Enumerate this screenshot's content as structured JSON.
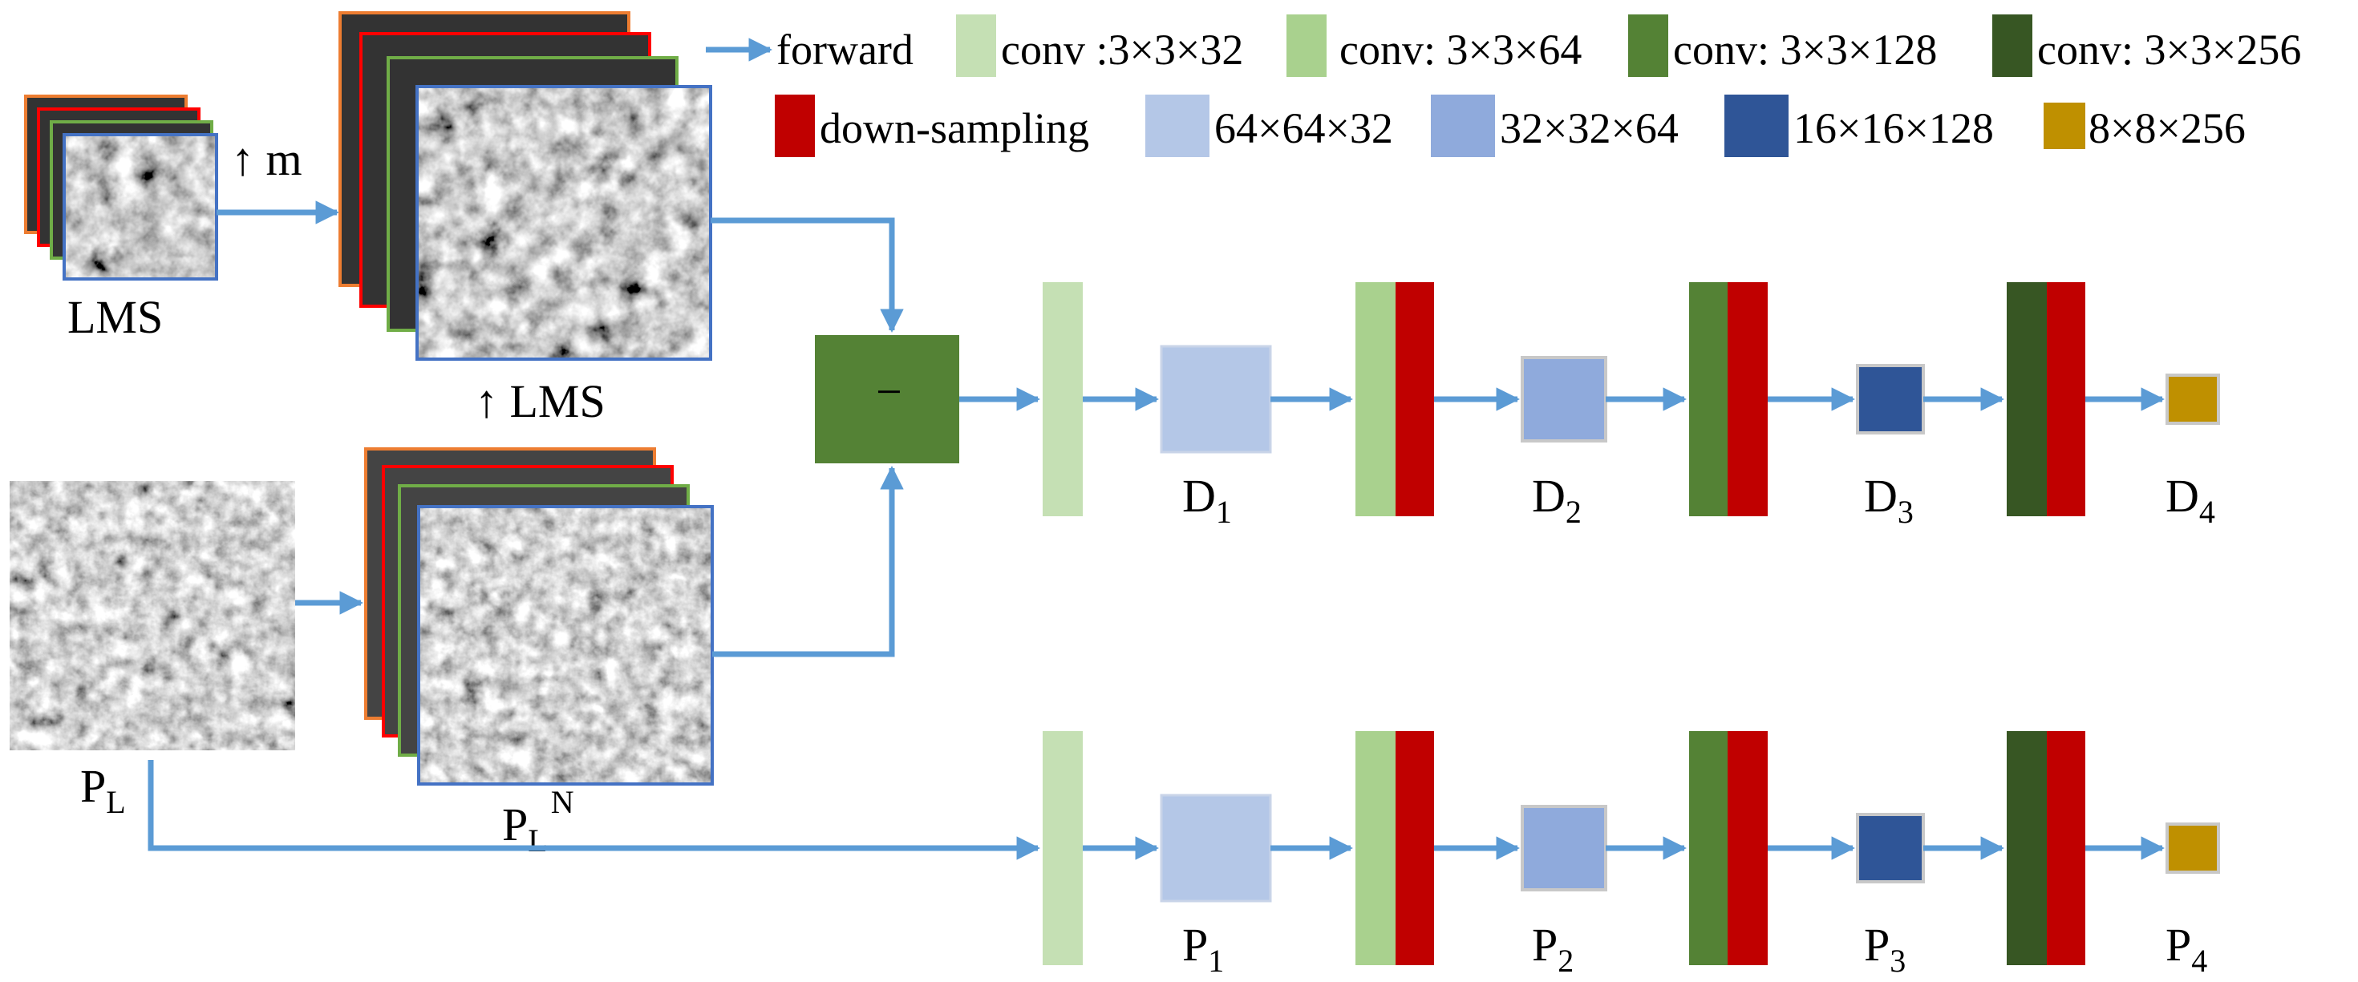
{
  "legend": {
    "forward": "forward",
    "conv32": "conv :3×3×32",
    "conv64": "conv: 3×3×64",
    "conv128": "conv: 3×3×128",
    "conv256": "conv: 3×3×256",
    "down": "down-sampling",
    "s64": "64×64×32",
    "s32": "32×32×64",
    "s16": "16×16×128",
    "s8": "8×8×256"
  },
  "labels": {
    "m": "↑ m",
    "lms": "LMS",
    "up_lms": "↑ LMS",
    "pl_base": "P",
    "pl_sub": "L",
    "pln_base": "P",
    "pln_sub": "L",
    "pln_sup": "N",
    "minus": "−",
    "d_base": "D",
    "p_base": "P",
    "d_subs": [
      "1",
      "2",
      "3",
      "4"
    ],
    "p_subs": [
      "1",
      "2",
      "3",
      "4"
    ]
  },
  "colors": {
    "arrow": "#5B9BD5",
    "conv32": "#C5E0B4",
    "conv64": "#A9D18E",
    "conv128": "#548235",
    "conv256": "#375623",
    "down": "#C00000",
    "s64": "#B4C7E7",
    "s32": "#8FAADC",
    "s16": "#2F5597",
    "s8": "#BF9000",
    "frame_orange": "#ED7D31",
    "frame_red": "#FF0000",
    "frame_green": "#70AD47",
    "frame_blue": "#4472C4"
  },
  "icons": [
    "satellite-image-lms",
    "satellite-image-pan",
    "arrow-right-icon",
    "arrow-down-icon",
    "arrow-up-icon"
  ]
}
